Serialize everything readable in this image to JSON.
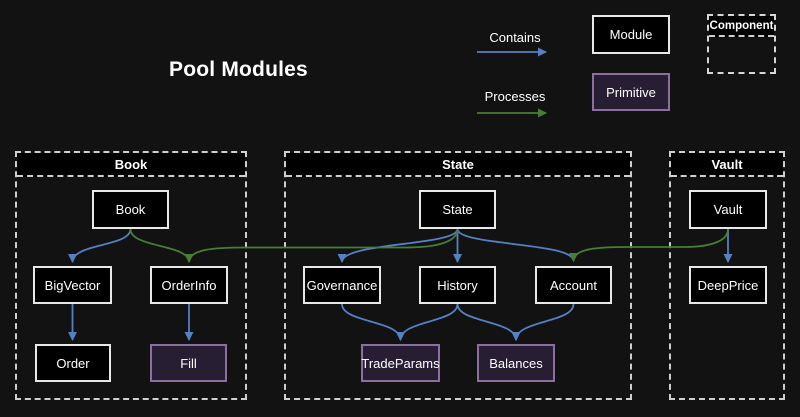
{
  "title": "Pool Modules",
  "colors": {
    "background": "#121212",
    "module_fill": "#000000",
    "module_border": "#e8e8e8",
    "primitive_fill": "#271e33",
    "primitive_border": "#8a6f9f",
    "contains_arrow": "#5480c4",
    "processes_arrow": "#447f33",
    "container_border": "#cfcfcf",
    "text": "#ffffff"
  },
  "legend": {
    "contains": "Contains",
    "processes": "Processes",
    "module": "Module",
    "primitive": "Primitive",
    "component": "Component"
  },
  "containers": {
    "book": {
      "label": "Book"
    },
    "state": {
      "label": "State"
    },
    "vault": {
      "label": "Vault"
    }
  },
  "nodes": {
    "book": {
      "label": "Book",
      "type": "module"
    },
    "bigvector": {
      "label": "BigVector",
      "type": "module"
    },
    "orderinfo": {
      "label": "OrderInfo",
      "type": "module"
    },
    "order": {
      "label": "Order",
      "type": "module"
    },
    "fill": {
      "label": "Fill",
      "type": "primitive"
    },
    "state": {
      "label": "State",
      "type": "module"
    },
    "governance": {
      "label": "Governance",
      "type": "module"
    },
    "history": {
      "label": "History",
      "type": "module"
    },
    "account": {
      "label": "Account",
      "type": "module"
    },
    "tradeparams": {
      "label": "TradeParams",
      "type": "primitive"
    },
    "balances": {
      "label": "Balances",
      "type": "primitive"
    },
    "vault": {
      "label": "Vault",
      "type": "module"
    },
    "deepprice": {
      "label": "DeepPrice",
      "type": "module"
    }
  },
  "edges": [
    {
      "from": "Book",
      "to": "BigVector",
      "type": "contains"
    },
    {
      "from": "BigVector",
      "to": "Order",
      "type": "contains"
    },
    {
      "from": "OrderInfo",
      "to": "Fill",
      "type": "contains"
    },
    {
      "from": "Book",
      "to": "OrderInfo",
      "type": "processes"
    },
    {
      "from": "State",
      "to": "OrderInfo",
      "type": "processes"
    },
    {
      "from": "State",
      "to": "Governance",
      "type": "contains"
    },
    {
      "from": "State",
      "to": "History",
      "type": "contains"
    },
    {
      "from": "State",
      "to": "Account",
      "type": "contains"
    },
    {
      "from": "Governance",
      "to": "TradeParams",
      "type": "contains"
    },
    {
      "from": "History",
      "to": "TradeParams",
      "type": "contains"
    },
    {
      "from": "History",
      "to": "Balances",
      "type": "contains"
    },
    {
      "from": "Account",
      "to": "Balances",
      "type": "contains"
    },
    {
      "from": "Vault",
      "to": "DeepPrice",
      "type": "contains"
    },
    {
      "from": "Vault",
      "to": "Account",
      "type": "processes"
    }
  ]
}
